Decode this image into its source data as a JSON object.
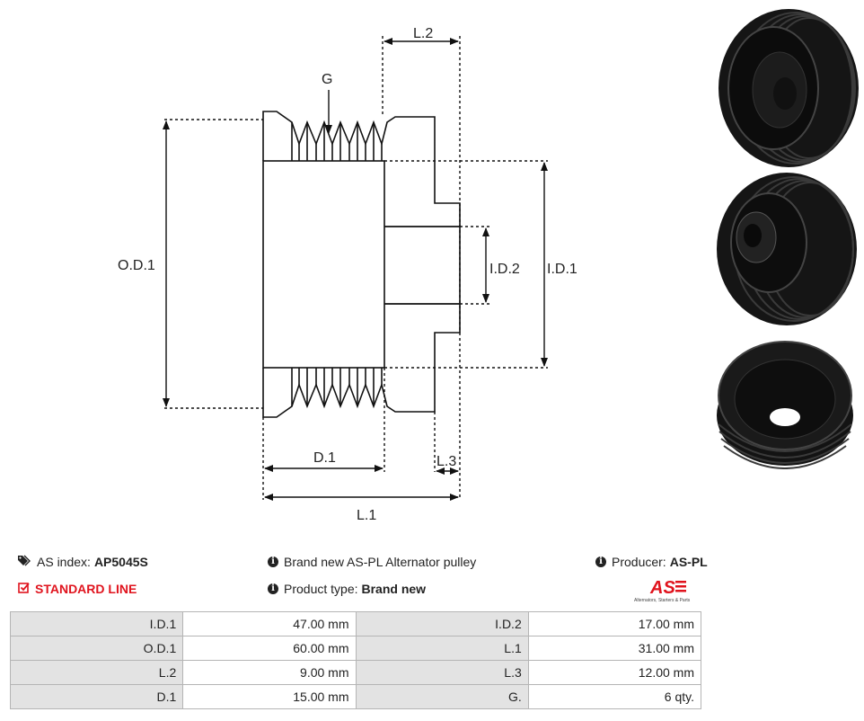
{
  "drawing_labels": {
    "od1": "O.D.1",
    "id1": "I.D.1",
    "id2": "I.D.2",
    "g": "G",
    "l1": "L.1",
    "l2": "L.2",
    "l3": "L.3",
    "d1": "D.1"
  },
  "info": {
    "as_index_label": "AS index:",
    "as_index_value": "AP5045S",
    "standard_line": "STANDARD LINE",
    "description": "Brand new AS-PL Alternator pulley",
    "product_type_label": "Product type:",
    "product_type_value": "Brand new",
    "producer_label": "Producer:",
    "producer_value": "AS-PL",
    "logo_text": "AS",
    "logo_caption": "Alternators, Starters & Parts"
  },
  "specs": [
    {
      "k1": "I.D.1",
      "v1": "47.00 mm",
      "k2": "I.D.2",
      "v2": "17.00 mm"
    },
    {
      "k1": "O.D.1",
      "v1": "60.00 mm",
      "k2": "L.1",
      "v2": "31.00 mm"
    },
    {
      "k1": "L.2",
      "v1": "9.00 mm",
      "k2": "L.3",
      "v2": "12.00 mm"
    },
    {
      "k1": "D.1",
      "v1": "15.00 mm",
      "k2": "G.",
      "v2": "6 qty."
    }
  ],
  "colors": {
    "accent": "#e0141e",
    "key_bg": "#e3e3e3",
    "border": "#b5b5b5"
  },
  "icons": [
    "tags-icon",
    "check-square-icon",
    "info-circle-icon"
  ]
}
